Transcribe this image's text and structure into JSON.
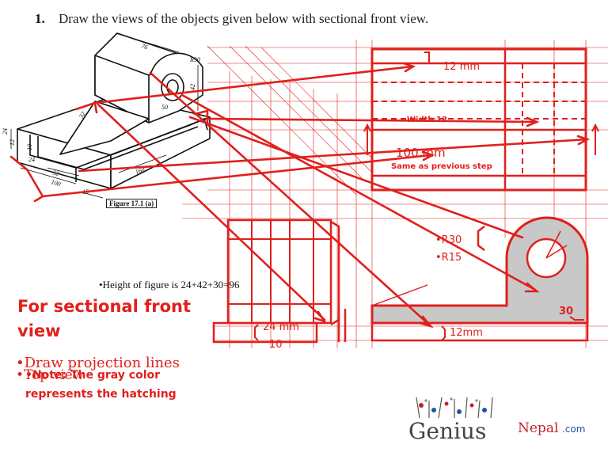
{
  "question": {
    "number": "1.",
    "text": "Draw the views of the objects given below with sectional front view."
  },
  "isometric": {
    "figure_caption": "Figure 17.1 (a)",
    "dims": {
      "d76": "76",
      "r30": "R30",
      "d42": "42",
      "d50": "50",
      "d32": "32",
      "d24": "24",
      "d12": "12",
      "d10": "10",
      "d52": "52",
      "d100": "100",
      "d15": "15",
      "d160": "160"
    }
  },
  "labels": {
    "mm12_top": "12 mm",
    "width12": "Width 12",
    "mm100": "100 mm",
    "same_step": "Same as previous step",
    "r30": "•R30",
    "r15": "•R15",
    "dim30": "30",
    "mm24": "24 mm",
    "dim10": "10",
    "mm12_bottom": "12mm"
  },
  "height_note": "•Height of figure is 24+42+30=96",
  "section_title": "For sectional front view",
  "bullet_projection": "•Draw projection lines",
  "bullet_topview": "•Top view",
  "note": {
    "line1": "•Note: The gray color",
    "line2": "represents the  hatching"
  },
  "logo": {
    "brand": "Genius",
    "nepal": "Nepal",
    "com": ".com"
  },
  "colors": {
    "red": "#e0201c",
    "hatch_gray": "#c8c8c8",
    "ink": "#111111"
  }
}
